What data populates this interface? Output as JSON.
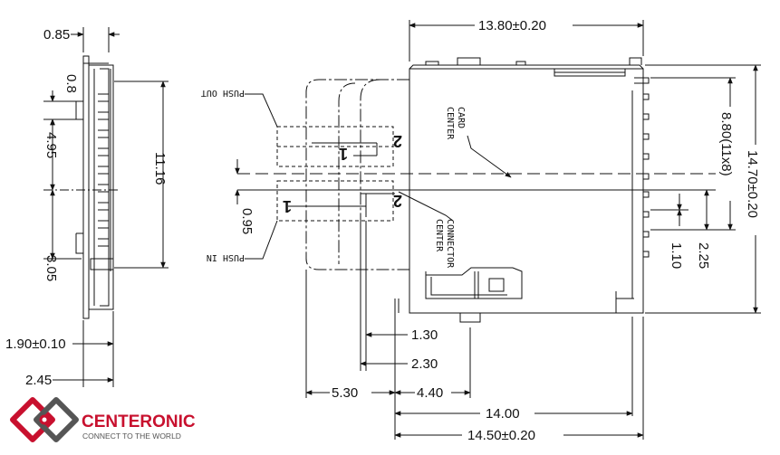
{
  "brand": {
    "name": "CENTERONIC",
    "tagline": "CONNECT TO THE WORLD",
    "color_red": "#c8102e",
    "color_gray": "#555555"
  },
  "colors": {
    "line": "#111111",
    "background": "#ffffff"
  },
  "side_view": {
    "dims": {
      "d085": "0.85",
      "d08": "0.8",
      "d495": "4.95",
      "d1116": "11.16",
      "d305": "3.05",
      "d190": "1.90±0.10",
      "d245": "2.45"
    }
  },
  "front_view": {
    "dims": {
      "width_top": "13.80±0.20",
      "pitch": "8.80(11x8)",
      "height": "14.70±0.20",
      "d095": "0.95",
      "d110": "1.10",
      "d225": "2.25",
      "d130": "1.30",
      "d230": "2.30",
      "d530": "5.30",
      "d440": "4.40",
      "d1400": "14.00",
      "d1450": "14.50±0.20"
    },
    "labels": {
      "push_out": "PUSH OUT",
      "push_in": "PUSH IN",
      "card_center": [
        "CARD",
        "CENTER"
      ],
      "connector_center": [
        "CONNECTOR",
        "CENTER"
      ],
      "num1": "1",
      "num2": "2"
    }
  }
}
